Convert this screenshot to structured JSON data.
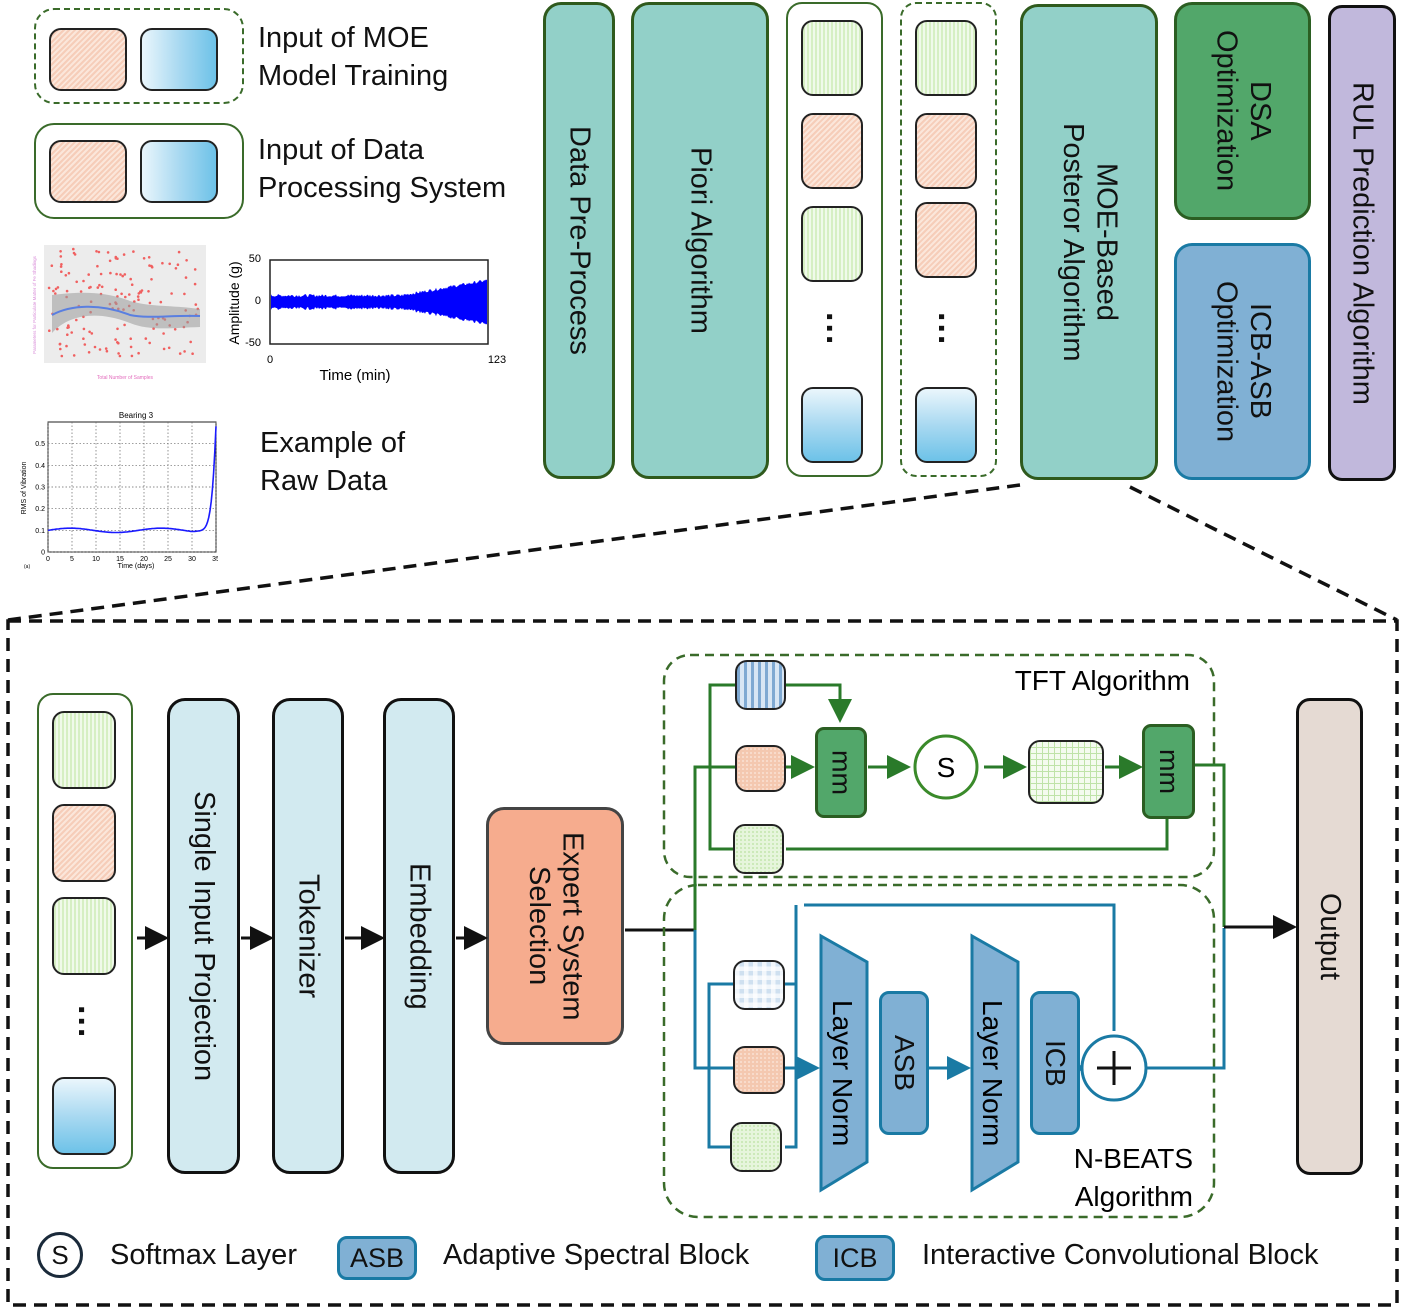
{
  "legend_top": {
    "moe_training_input": {
      "line1": "Input of MOE",
      "line2": "Model Training"
    },
    "data_processing_input": {
      "line1": "Input of Data",
      "line2": "Processing System"
    },
    "raw_data": {
      "line1": "Example of",
      "line2": "Raw Data"
    }
  },
  "raw_data_examples": {
    "scatter": {
      "xlabel": "Total Number of Samples",
      "ylabel": "Parameters for Particulate Matter of Fe Shadings"
    },
    "amplitude": {
      "ylabel": "Amplitude (g)",
      "xlabel": "Time (min)",
      "yticks": [
        "50",
        "0",
        "-50"
      ],
      "xticks": [
        "0",
        "123"
      ]
    },
    "bearing": {
      "title": "Bearing 3",
      "ylabel": "RMS of Vibration",
      "xlabel": "Time (days)",
      "yticks": [
        "0.5",
        "0.4",
        "0.3",
        "0.2",
        "0.1",
        "0"
      ],
      "xticks": [
        "0",
        "5",
        "10",
        "15",
        "20",
        "25",
        "30",
        "35"
      ],
      "panel": "(a)"
    }
  },
  "pipeline": {
    "data_preprocess": "Data Pre-Process",
    "piori": "Piori Algorithm",
    "moe_posterior": {
      "line1": "MOE-Based",
      "line2": "Posteror Algorithm"
    },
    "dsa": {
      "line1": "DSA",
      "line2": "Optimization"
    },
    "icb_asb": {
      "line1": "ICB-ASB",
      "line2": "Optimization"
    },
    "rul": "RUL Prediction Algorithm",
    "ellipsis": "..."
  },
  "detail": {
    "single_input_projection": "Single Input Projection",
    "tokenizer": "Tokenizer",
    "embedding": "Embedding",
    "expert_selection": {
      "line1": "Expert System",
      "line2": "Selection"
    },
    "tft_title": "TFT Algorithm",
    "mm": "mm",
    "softmax_symbol": "S",
    "layer_norm": "Layer Norm",
    "asb": "ASB",
    "icb": "ICB",
    "plus": "+",
    "nbeats_title": {
      "line1": "N-BEATS",
      "line2": "Algorithm"
    },
    "output": "Output",
    "ellipsis": "..."
  },
  "legend_bottom": {
    "softmax": {
      "symbol": "S",
      "label": "Softmax Layer"
    },
    "asb": {
      "symbol": "ASB",
      "label": "Adaptive Spectral Block"
    },
    "icb": {
      "symbol": "ICB",
      "label": "Interactive Convolutional Block"
    }
  },
  "colors": {
    "teal": "#92d0c8",
    "dark_green": "#2f5a1d",
    "mid_green": "#52a76a",
    "steel_blue": "#80b0d4",
    "lavender": "#c1b8dc",
    "salmon": "#f6ac8e",
    "output_beige": "#e5dad3",
    "tft_line": "#2a7a2a",
    "nbeats_line": "#1a7aa4"
  }
}
